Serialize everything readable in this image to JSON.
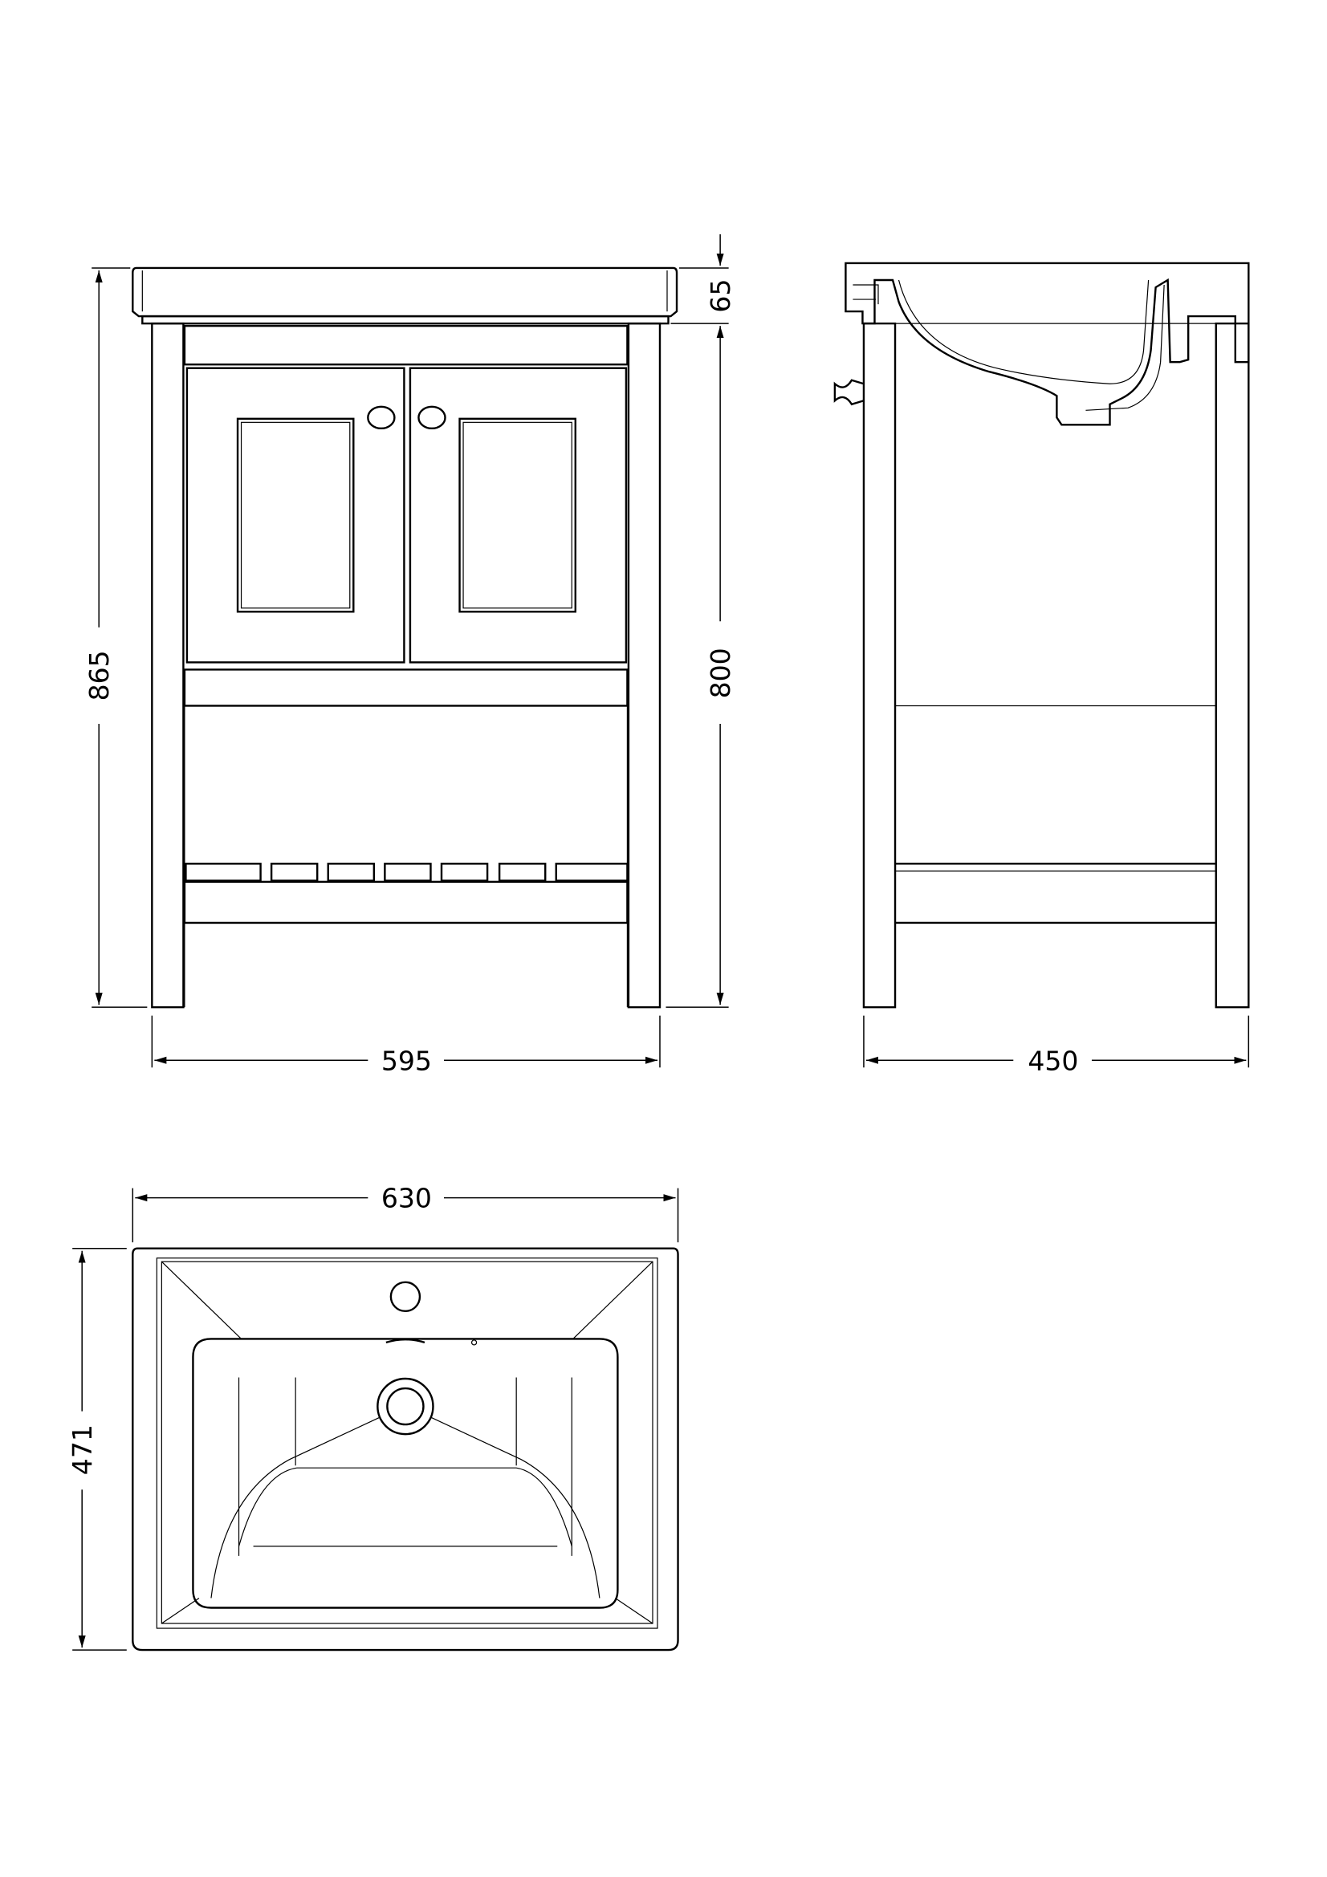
{
  "dimensions": {
    "front_total_height": "865",
    "basin_height": "65",
    "cabinet_height": "800",
    "front_width": "595",
    "side_depth": "450",
    "basin_width": "630",
    "basin_depth": "471"
  },
  "colors": {
    "line": "#000000",
    "background": "#ffffff"
  }
}
